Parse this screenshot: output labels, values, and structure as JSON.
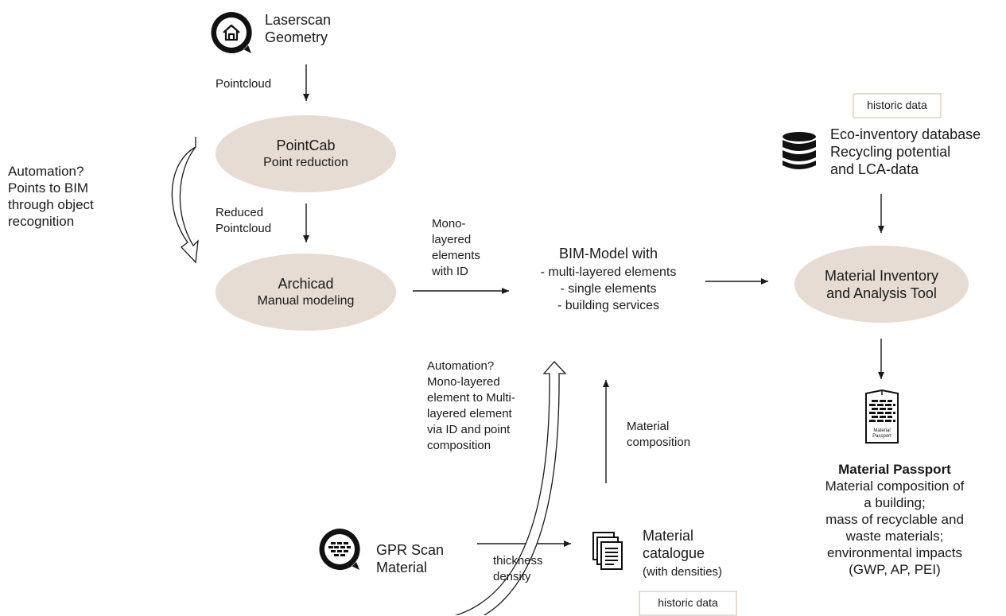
{
  "laserscan": {
    "line1": "Laserscan",
    "line2": "Geometry"
  },
  "labels": {
    "pointcloud": "Pointcloud",
    "reduced1": "Reduced",
    "reduced2": "Pointcloud",
    "mono1": "Mono-",
    "mono2": "layered",
    "mono3": "elements",
    "mono4": "with ID",
    "material_comp1": "Material",
    "material_comp2": "composition",
    "thickness": "thickness",
    "density": "density"
  },
  "pointcab": {
    "title": "PointCab",
    "sub": "Point reduction"
  },
  "archicad": {
    "title": "Archicad",
    "sub": "Manual modeling"
  },
  "automation1": {
    "l1": "Automation?",
    "l2": "Points to BIM",
    "l3": "through object",
    "l4": "recognition"
  },
  "bim": {
    "title": "BIM-Model with",
    "item1": "- multi-layered elements",
    "item2": "- single elements",
    "item3": "- building services"
  },
  "automation2": {
    "l1": "Automation?",
    "l2": "Mono-layered",
    "l3": "element to Multi-",
    "l4": "layered element",
    "l5": "via ID and point",
    "l6": "composition"
  },
  "gpr": {
    "line1": "GPR Scan",
    "line2": "Material"
  },
  "catalogue": {
    "line1": "Material",
    "line2": "catalogue",
    "line3": "(with densities)"
  },
  "historic_top": "historic data",
  "historic_bottom": "historic data",
  "eco": {
    "l1": "Eco-inventory database",
    "l2": "Recycling potential",
    "l3": "and LCA-data"
  },
  "tool": {
    "l1": "Material Inventory",
    "l2": "and Analysis Tool"
  },
  "passport_icon": {
    "l1": "Material",
    "l2": "Passport"
  },
  "passport": {
    "title": "Material Passport",
    "l1": "Material composition of",
    "l2": "a building;",
    "l3": "mass of recyclable and",
    "l4": "waste materials;",
    "l5": "environmental impacts",
    "l6": "(GWP, AP, PEI)"
  },
  "colors": {
    "ellipse": "#e6dcd3",
    "text": "#1a1a1a"
  },
  "icons": [
    "house-icon",
    "database-icon",
    "brick-wall-icon",
    "documents-icon",
    "passport-icon"
  ]
}
